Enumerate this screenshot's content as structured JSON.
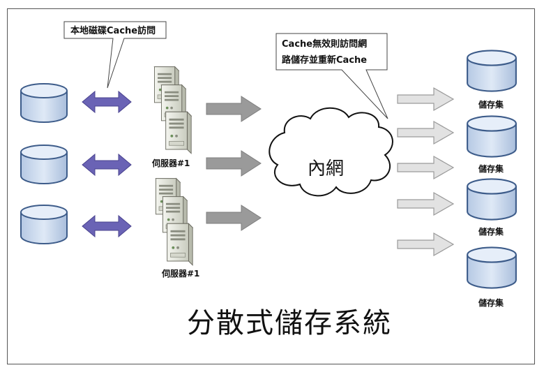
{
  "callouts": {
    "local_disk": "本地磁碟Cache訪問",
    "miss_line1": "Cache無效則訪問網",
    "miss_line2": "路儲存並重新Cache"
  },
  "servers": {
    "group1_label": "伺服器#1",
    "group2_label": "伺服器#1"
  },
  "network": {
    "label": "內網"
  },
  "storage": {
    "labels": [
      "儲存集",
      "儲存集",
      "儲存集",
      "儲存集"
    ]
  },
  "title": "分散式儲存系統",
  "colors": {
    "disk_fill": "#c9d9ee",
    "disk_stroke": "#3d5c8a",
    "double_arrow": "#6a63b5",
    "dark_arrow": "#9a9a9a",
    "light_arrow": "#dcdcdc",
    "server_body": "#e9ebe2"
  }
}
